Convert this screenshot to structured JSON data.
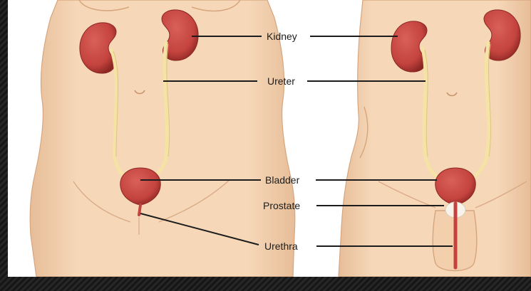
{
  "labels": {
    "kidney": "Kidney",
    "ureter": "Ureter",
    "bladder": "Bladder",
    "prostate": "Prostate",
    "urethra": "Urethra"
  },
  "colors": {
    "skin": "#f6d8b9",
    "skin_shadow": "#e2b58f",
    "organ": "#c4433e",
    "organ_dark": "#8c2723",
    "ureter": "#f4e3a4",
    "prostate": "#f7f3ea",
    "leader_line": "#1c1c1c",
    "background": "#ffffff"
  }
}
